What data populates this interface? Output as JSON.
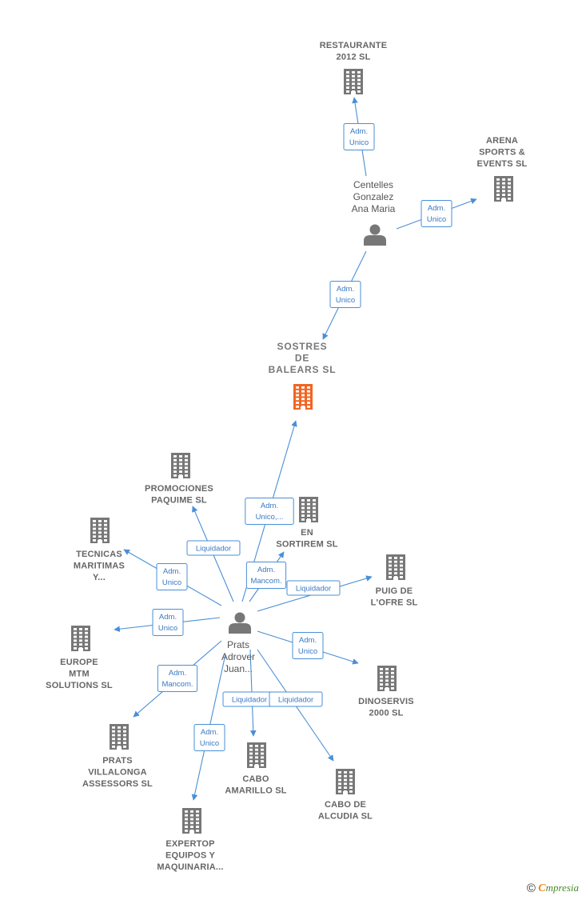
{
  "colors": {
    "edge": "#4a8fd6",
    "building": "#777777",
    "focus_building": "#f26522",
    "person": "#777777"
  },
  "nodes": [
    {
      "id": "restaurante",
      "kind": "company",
      "lines": [
        "RESTAURANTE",
        "2012 SL"
      ]
    },
    {
      "id": "arena",
      "kind": "company",
      "lines": [
        "ARENA",
        "SPORTS &",
        "EVENTS  SL"
      ]
    },
    {
      "id": "centelles",
      "kind": "person",
      "lines": [
        "Centelles",
        "Gonzalez",
        "Ana Maria"
      ]
    },
    {
      "id": "sostres",
      "kind": "focus",
      "lines": [
        "SOSTRES",
        "DE",
        "BALEARS  SL"
      ]
    },
    {
      "id": "promociones",
      "kind": "company",
      "lines": [
        "PROMOCIONES",
        "PAQUIME SL"
      ]
    },
    {
      "id": "ensortirem",
      "kind": "company",
      "lines": [
        "EN",
        "SORTIREM SL"
      ]
    },
    {
      "id": "tecnicas",
      "kind": "company",
      "lines": [
        "TECNICAS",
        "MARITIMAS",
        "Y..."
      ]
    },
    {
      "id": "puig",
      "kind": "company",
      "lines": [
        "PUIG DE",
        "L'OFRE SL"
      ]
    },
    {
      "id": "prats",
      "kind": "person",
      "lines": [
        "Prats",
        "Adrover",
        "Juan..."
      ]
    },
    {
      "id": "europe",
      "kind": "company",
      "lines": [
        "EUROPE",
        "MTM",
        "SOLUTIONS  SL"
      ]
    },
    {
      "id": "dinoservis",
      "kind": "company",
      "lines": [
        "DINOSERVIS",
        "2000 SL"
      ]
    },
    {
      "id": "villalonga",
      "kind": "company",
      "lines": [
        "PRATS",
        "VILLALONGA",
        "ASSESSORS SL"
      ]
    },
    {
      "id": "cabo_amarillo",
      "kind": "company",
      "lines": [
        "CABO",
        "AMARILLO  SL"
      ]
    },
    {
      "id": "cabo_alcudia",
      "kind": "company",
      "lines": [
        "CABO DE",
        "ALCUDIA SL"
      ]
    },
    {
      "id": "expertop",
      "kind": "company",
      "lines": [
        "EXPERTOP",
        "EQUIPOS Y",
        "MAQUINARIA..."
      ]
    }
  ],
  "edges": [
    {
      "from": "centelles",
      "to": "restaurante",
      "lines": [
        "Adm.",
        "Unico"
      ]
    },
    {
      "from": "centelles",
      "to": "arena",
      "lines": [
        "Adm.",
        "Unico"
      ]
    },
    {
      "from": "centelles",
      "to": "sostres",
      "lines": [
        "Adm.",
        "Unico"
      ]
    },
    {
      "from": "prats",
      "to": "sostres",
      "lines": [
        "Adm.",
        "Unico,..."
      ]
    },
    {
      "from": "prats",
      "to": "promociones",
      "lines": [
        "Liquidador"
      ]
    },
    {
      "from": "prats",
      "to": "ensortirem",
      "lines": [
        "Adm.",
        "Mancom."
      ]
    },
    {
      "from": "prats",
      "to": "tecnicas",
      "lines": [
        "Adm.",
        "Unico"
      ]
    },
    {
      "from": "prats",
      "to": "puig",
      "lines": [
        "Liquidador"
      ]
    },
    {
      "from": "prats",
      "to": "europe",
      "lines": [
        "Adm.",
        "Unico"
      ]
    },
    {
      "from": "prats",
      "to": "dinoservis",
      "lines": [
        "Adm.",
        "Unico"
      ]
    },
    {
      "from": "prats",
      "to": "villalonga",
      "lines": [
        "Adm.",
        "Mancom."
      ]
    },
    {
      "from": "prats",
      "to": "cabo_amarillo",
      "lines": [
        "Liquidador"
      ]
    },
    {
      "from": "prats",
      "to": "cabo_alcudia",
      "lines": [
        "Liquidador"
      ]
    },
    {
      "from": "prats",
      "to": "expertop",
      "lines": [
        "Adm.",
        "Unico"
      ]
    }
  ],
  "watermark": {
    "copyright": "©",
    "brand_initial": "C",
    "brand_rest": "mpresia"
  }
}
